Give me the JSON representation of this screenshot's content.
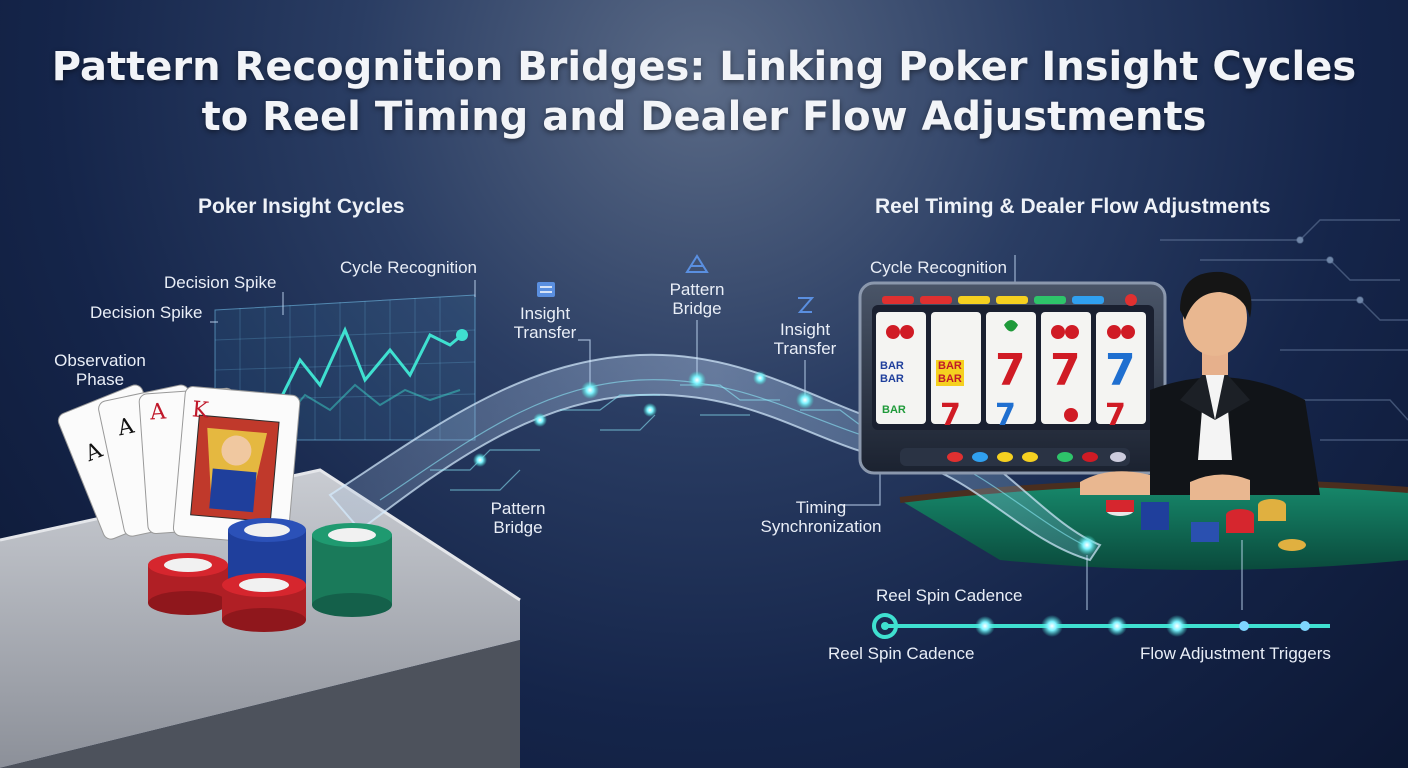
{
  "title": {
    "line1": "Pattern Recognition Bridges: Linking Poker Insight Cycles",
    "line2": "to Reel Timing and Dealer Flow Adjustments"
  },
  "left_panel": {
    "heading": "Poker Insight Cycles",
    "labels": {
      "decision_spike_1": "Decision Spike",
      "decision_spike_2": "Decision Spike",
      "cycle_recognition": "Cycle Recognition",
      "observation_line1": "Observation",
      "observation_line2": "Phase"
    },
    "cards": [
      "A",
      "A",
      "A",
      "K"
    ]
  },
  "bridge": {
    "insight_transfer_1_line1": "Insight",
    "insight_transfer_1_line2": "Transfer",
    "pattern_bridge_top_line1": "Pattern",
    "pattern_bridge_top_line2": "Bridge",
    "insight_transfer_2_line1": "Insight",
    "insight_transfer_2_line2": "Transfer",
    "pattern_bridge_low_line1": "Pattern",
    "pattern_bridge_low_line2": "Bridge",
    "timing_line1": "Timing",
    "timing_line2": "Synchronization"
  },
  "right_panel": {
    "heading": "Reel Timing & Dealer Flow Adjustments",
    "cycle_recognition": "Cycle Recognition",
    "reel_spin_cadence_top": "Reel Spin Cadence",
    "reel_spin_cadence_bottom": "Reel Spin Cadence",
    "flow_adjustment_triggers": "Flow Adjustment Triggers",
    "slot_bar_text": "BAR",
    "slot_seven": "7"
  },
  "colors": {
    "accent_cyan": "#3fe0d0",
    "felt_green": "#0f6b55",
    "chip_red": "#d6262e",
    "chip_blue": "#1f3f9c",
    "chip_green": "#1a7a5a"
  }
}
